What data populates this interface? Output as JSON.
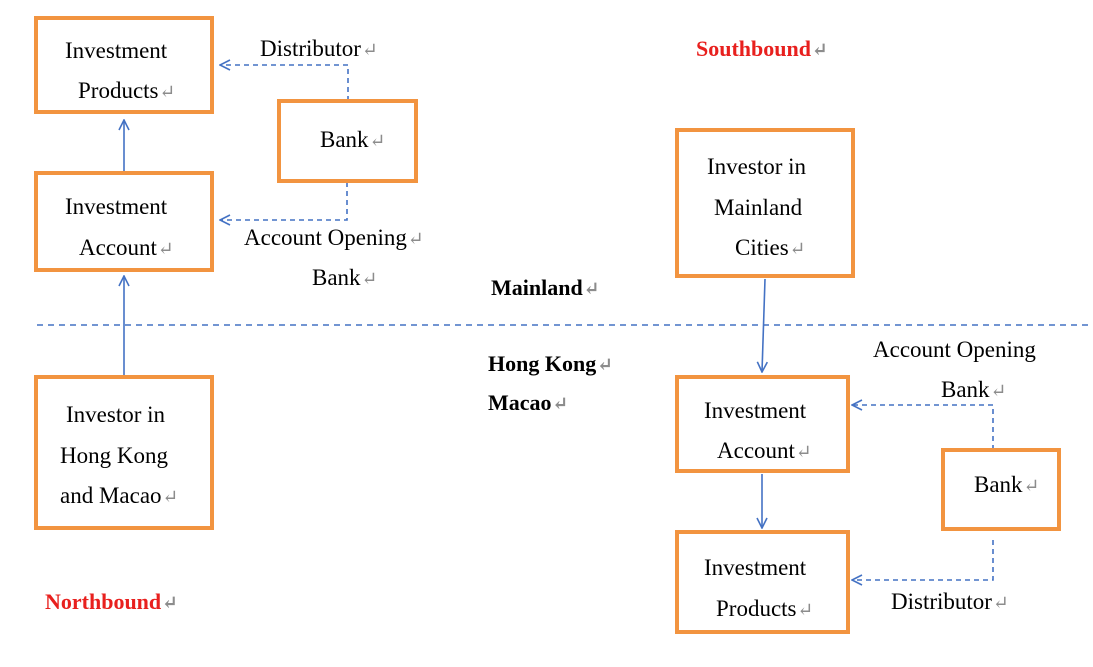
{
  "colors": {
    "box_border": "#f29440",
    "connector": "#4472c4",
    "red_label": "#e8201e"
  },
  "return_mark": "↵",
  "northbound": {
    "title": "Northbound",
    "products_box": [
      "Investment",
      "Products"
    ],
    "account_box": [
      "Investment",
      "Account"
    ],
    "bank_box": [
      "Bank"
    ],
    "investor_box": [
      "Investor in",
      "Hong Kong",
      "and Macao"
    ],
    "distributor_label": "Distributor",
    "account_opening_label": [
      "Account Opening",
      "Bank"
    ]
  },
  "divider": {
    "mainland_label": "Mainland",
    "hk_macao_label": [
      "Hong Kong",
      "Macao"
    ]
  },
  "southbound": {
    "title": "Southbound",
    "investor_box": [
      "Investor in",
      "Mainland",
      "Cities"
    ],
    "account_box": [
      "Investment",
      "Account"
    ],
    "bank_box": [
      "Bank"
    ],
    "products_box": [
      "Investment",
      "Products"
    ],
    "account_opening_label": [
      "Account Opening",
      "Bank"
    ],
    "distributor_label": "Distributor"
  }
}
